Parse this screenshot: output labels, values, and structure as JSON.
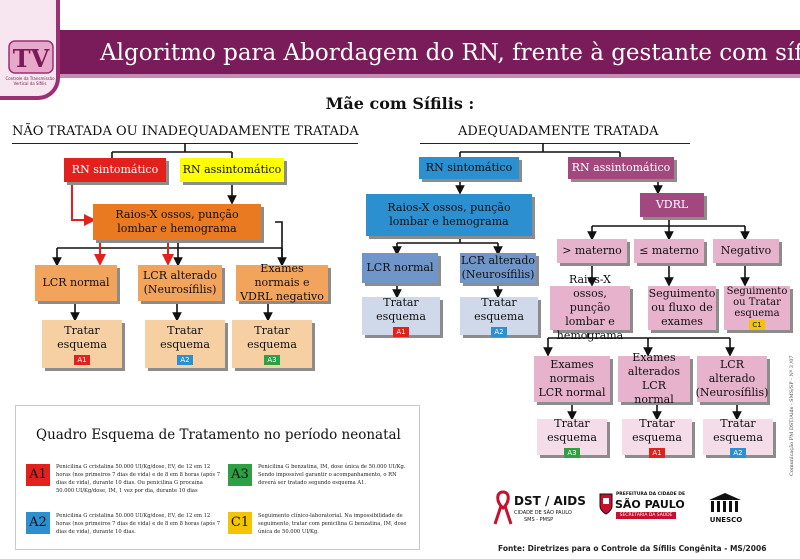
{
  "header": {
    "title": "Algoritmo para Abordagem do RN, frente à gestante com sífilis",
    "logo_mark": "TV",
    "logo_text": "Controle da Transmissão Vertical da Sífilis"
  },
  "subtitle": "Mãe com Sífilis :",
  "left": {
    "title": "NÃO TRATADA OU INADEQUADAMENTE TRATADA",
    "rn_sintomatico": "RN sintomático",
    "rn_assintomatico": "RN assintomático",
    "raios": "Raios-X ossos, punção lombar e hemograma",
    "lcr_normal": "LCR normal",
    "lcr_alterado": "LCR alterado (Neurosífilis)",
    "exames_normais": "Exames normais e VDRL negativo",
    "tratar": [
      "Tratar esquema",
      "Tratar esquema",
      "Tratar esquema"
    ],
    "codes": [
      "A1",
      "A2",
      "A3"
    ]
  },
  "right": {
    "title": "ADEQUADAMENTE TRATADA",
    "rn_sintomatico": "RN sintomático",
    "rn_assintomatico": "RN assintomático",
    "raios": "Raios-X ossos, punção lombar e hemograma",
    "lcr_normal": "LCR normal",
    "lcr_alterado": "LCR alterado (Neurosífilis)",
    "tratar": [
      "Tratar esquema",
      "Tratar esquema"
    ],
    "codes": [
      "A1",
      "A2"
    ],
    "vdrl": "VDRL",
    "maior": "> materno",
    "menor_igual": "≤ materno",
    "negativo": "Negativo",
    "raios2": "Raios-X ossos, punção lombar e hemograma",
    "seguimento": "Seguimento ou fluxo de exames",
    "seguimento_tratar": "Seguimento ou Tratar esquema",
    "c1": "C1",
    "exames_normais": "Exames normais LCR normal",
    "exames_alterados": "Exames alterados LCR normal",
    "lcr_alterado2": "LCR alterado (Neurosífilis)",
    "tratar_b": [
      "Tratar esquema",
      "Tratar esquema",
      "Tratar esquema"
    ],
    "codes_b": [
      "A3",
      "A1",
      "A2"
    ]
  },
  "quadro": {
    "title": "Quadro Esquema de Tratamento no período neonatal",
    "items": [
      {
        "code": "A1",
        "color": "#e2211c",
        "text": "Penicilina G cristalina 50.000 UI/Kg/dose, EV, de 12 em 12 horas (nos primeiros 7 dias de vida) e de 8 em 8 horas (após 7 dias de vida), durante 10 dias. Ou penicilina G procaína 50.000 UI/Kg/dose, IM, 1 vez por dia, durante 10 dias"
      },
      {
        "code": "A2",
        "color": "#2c8fcf",
        "text": "Penicilina G cristalina 50.000 UI/Kg/dose, EV, de 12 em 12 horas (nos primeiros 7 dias de vida) e de 8 em 8 horas (após 7 dias de vida), durante 10 dias."
      },
      {
        "code": "A3",
        "color": "#2da043",
        "text": "Penicilina G benzatina, IM, dose única de 50.000 UI/Kg. Sendo impossível garantir o acompanhamento, o RN deverá ser tratado segundo esquema A1."
      },
      {
        "code": "C1",
        "color": "#f5c400",
        "text": "Seguimento clínico-laboratorial. Na impossibilidade de seguimento, tratar com penicilina G benzatina, IM, dose única de 50.000 UI/Kg."
      }
    ]
  },
  "logos": {
    "dst": "DST / AIDS",
    "dst_sub": "CIDADE DE SÃO PAULO",
    "dst_sub2": "SMS - PMSP",
    "sp_top": "PREFEITURA DA CIDADE DE",
    "sp": "SÃO PAULO",
    "sp_sub": "SECRETARIA DA SAÚDE",
    "unesco": "UNESCO"
  },
  "source": "Fonte: Diretrizes para o Controle da Sífilis Congênita - MS/2006",
  "vertical_credit": "Comunicação PM DST/Aids - SMS/SP - Nº 3 /07"
}
